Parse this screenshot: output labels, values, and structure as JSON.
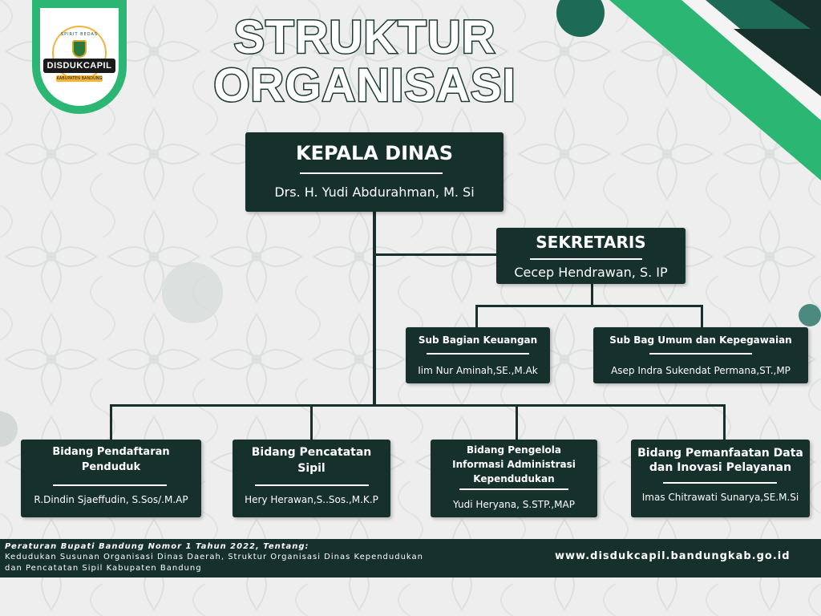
{
  "logo": {
    "top_text": "SPIRIT BEDAS",
    "name": "DISDUKCAPIL",
    "sub": "KABUPATEN BANDUNG"
  },
  "title": {
    "line1": "STRUKTUR",
    "line2": "ORGANISASI"
  },
  "head": {
    "title": "KEPALA DINAS",
    "name": "Drs. H. Yudi Abdurahman, M. Si"
  },
  "secretary": {
    "title": "SEKRETARIS",
    "name": "Cecep Hendrawan, S. IP"
  },
  "sub_sections": [
    {
      "title": "Sub Bagian Keuangan",
      "name": "Iim Nur Aminah,SE.,M.Ak"
    },
    {
      "title": "Sub Bag Umum dan Kepegawaian",
      "name": "Asep Indra Sukendat Permana,ST.,MP"
    }
  ],
  "divisions": [
    {
      "title_lines": [
        "Bidang Pendaftaran",
        "Penduduk"
      ],
      "name": "R.Dindin Sjaeffudin, S.Sos/.M.AP"
    },
    {
      "title_lines": [
        "Bidang Pencatatan",
        "Sipil"
      ],
      "name": "Hery Herawan,S..Sos.,M.K.P"
    },
    {
      "title_lines": [
        "Bidang Pengelola",
        "Informasi Administrasi",
        "Kependudukan"
      ],
      "name": "Yudi Heryana, S.STP.,MAP"
    },
    {
      "title_lines": [
        "Bidang Pemanfaatan Data",
        "dan Inovasi Pelayanan"
      ],
      "name": "Imas Chitrawati Sunarya,SE.M.Si"
    }
  ],
  "footer": {
    "regulation": "Peraturan Bupati Bandung Nomor 1 Tahun 2022, Tentang:",
    "description_line1": "Kedudukan Susunan Organisasi Dinas Daerah, Struktur Organisasi Dinas Kependudukan",
    "description_line2": "dan Pencatatan Sipil Kabupaten Bandung",
    "website": "www.disdukcapil.bandungkab.go.id"
  },
  "colors": {
    "box": "#16302b",
    "accent_green": "#2bb673",
    "accent_dark": "#1d6b57",
    "background": "#eeeeee"
  }
}
